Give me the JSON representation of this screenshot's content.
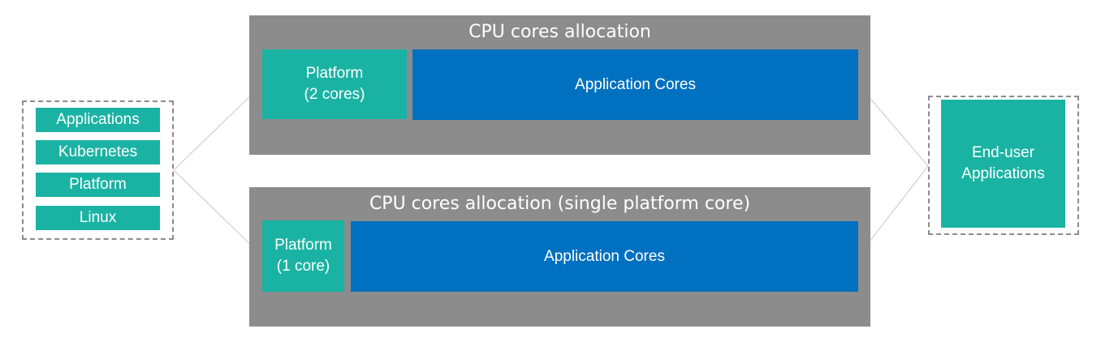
{
  "stack": {
    "items": [
      {
        "label": "Applications"
      },
      {
        "label": "Kubernetes"
      },
      {
        "label": "Platform"
      },
      {
        "label": "Linux"
      }
    ]
  },
  "panels": [
    {
      "title": "CPU cores allocation",
      "platform_label": "Platform\n(2 cores)",
      "app_label": "Application Cores"
    },
    {
      "title": "CPU cores allocation (single platform core)",
      "platform_label": "Platform\n(1 core)",
      "app_label": "Application Cores"
    }
  ],
  "end_user": {
    "label": "End-user\nApplications"
  },
  "colors": {
    "teal": "#1ab3a3",
    "blue": "#0070c0",
    "gray": "#8c8c8c"
  }
}
